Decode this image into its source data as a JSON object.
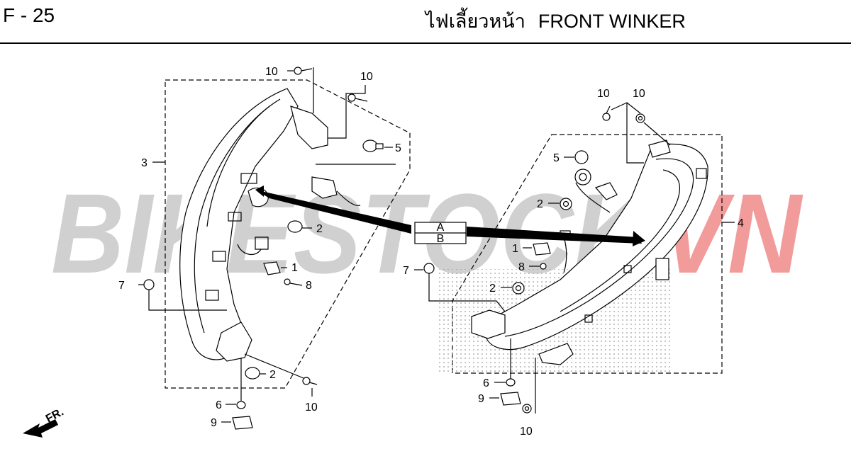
{
  "header": {
    "figure_code": "F - 25",
    "title_thai": "ไฟเลี้ยวหน้า",
    "title_en": "FRONT WINKER"
  },
  "watermark": {
    "text_gray": "BIKESTOCK",
    "text_red": "VN",
    "color_gray": "#c8c8c8",
    "color_red": "#f08a8a"
  },
  "connector_box": {
    "top": "A",
    "bottom": "B"
  },
  "direction_marker": "FR.",
  "callouts": {
    "c10_top_left": "10",
    "c10_top_mid": "10",
    "c5_left": "5",
    "c3": "3",
    "c2_left_upper": "2",
    "c1_left": "1",
    "c8_left": "8",
    "c7_left": "7",
    "c2_left_lower": "2",
    "c10_left_lower": "10",
    "c6_left": "6",
    "c9_left": "9",
    "c10_right_a": "10",
    "c10_right_b": "10",
    "c5_right": "5",
    "c2_right_upper": "2",
    "c4": "4",
    "c1_right": "1",
    "c8_right": "8",
    "c7_right": "7",
    "c2_right_lower": "2",
    "c6_right": "6",
    "c9_right": "9",
    "c10_right_lower": "10"
  }
}
